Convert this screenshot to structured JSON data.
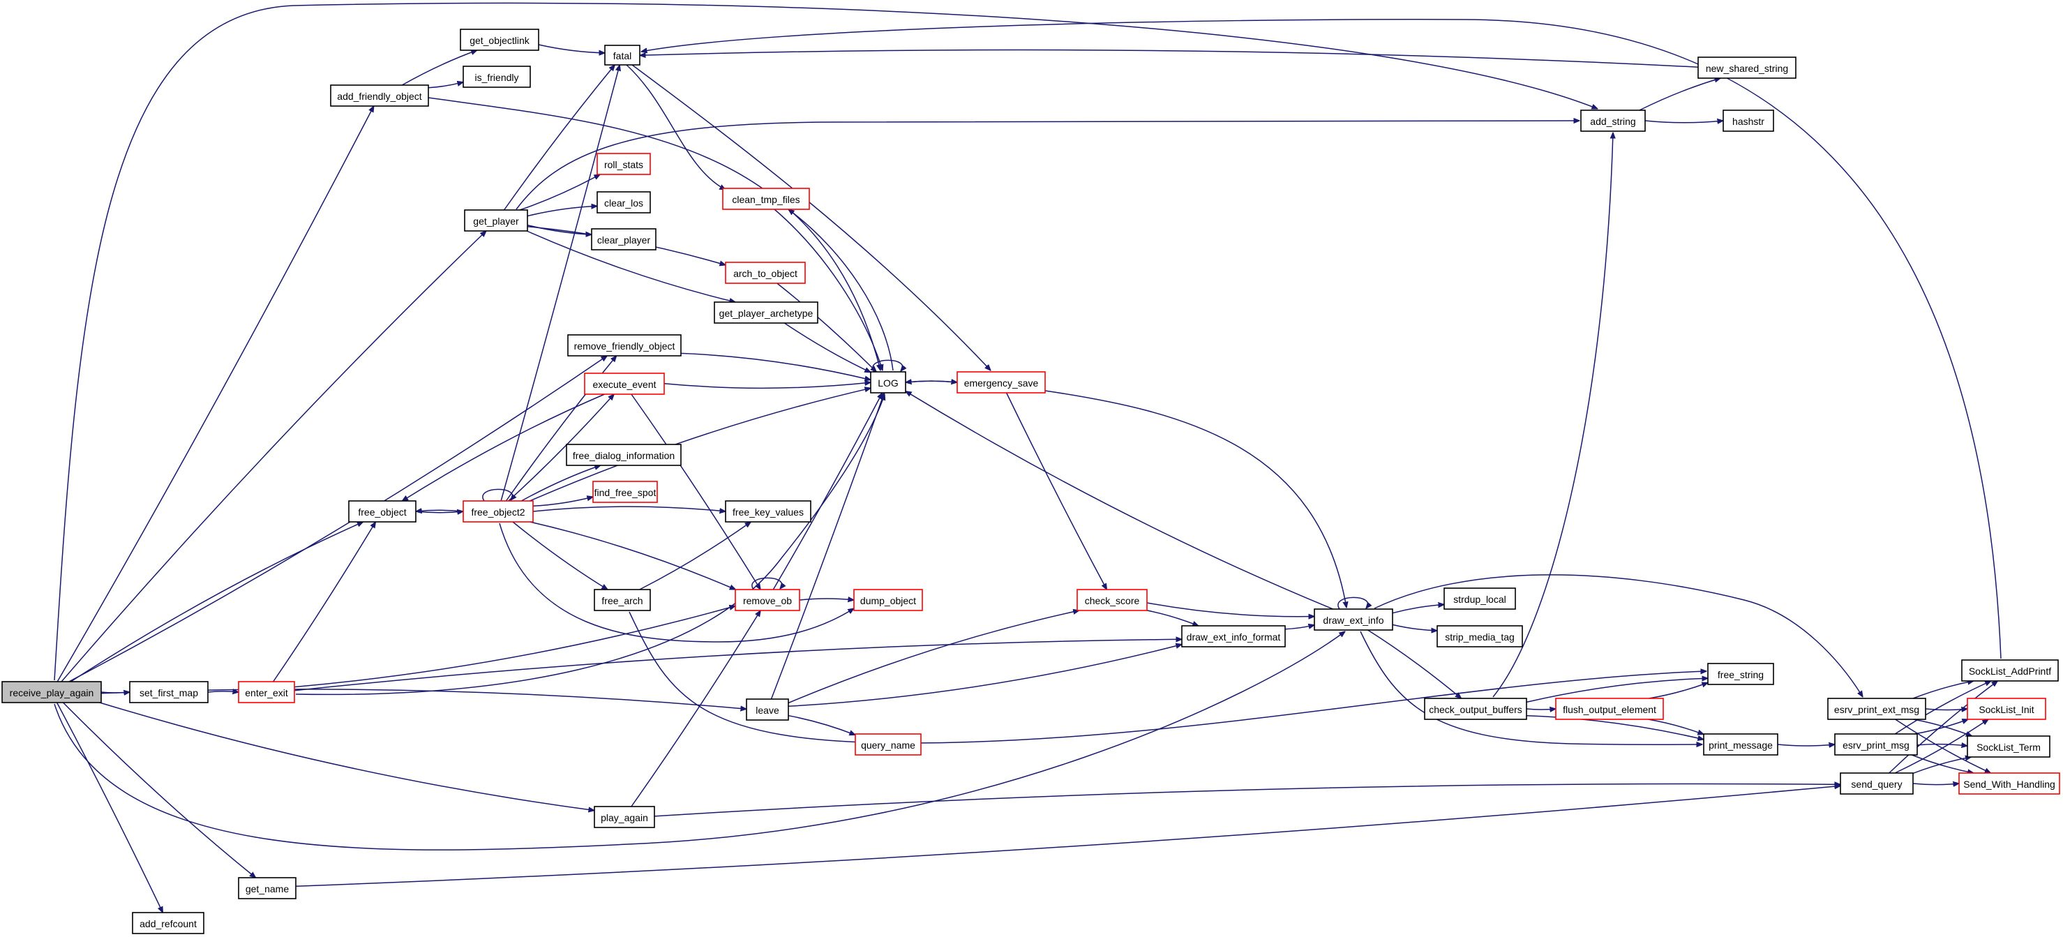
{
  "graph": {
    "nodes": [
      {
        "id": "receive_play_again",
        "label": "receive_play_again",
        "style": "root"
      },
      {
        "id": "add_friendly_object",
        "label": "add_friendly_object",
        "style": "normal"
      },
      {
        "id": "get_objectlink",
        "label": "get_objectlink",
        "style": "normal"
      },
      {
        "id": "is_friendly",
        "label": "is_friendly",
        "style": "normal"
      },
      {
        "id": "fatal",
        "label": "fatal",
        "style": "normal"
      },
      {
        "id": "get_player",
        "label": "get_player",
        "style": "normal"
      },
      {
        "id": "roll_stats",
        "label": "roll_stats",
        "style": "red"
      },
      {
        "id": "clear_los",
        "label": "clear_los",
        "style": "normal"
      },
      {
        "id": "clear_player",
        "label": "clear_player",
        "style": "normal"
      },
      {
        "id": "clean_tmp_files",
        "label": "clean_tmp_files",
        "style": "red"
      },
      {
        "id": "arch_to_object",
        "label": "arch_to_object",
        "style": "red"
      },
      {
        "id": "get_player_archetype",
        "label": "get_player_archetype",
        "style": "normal"
      },
      {
        "id": "remove_friendly_object",
        "label": "remove_friendly_object",
        "style": "normal"
      },
      {
        "id": "execute_event",
        "label": "execute_event",
        "style": "red"
      },
      {
        "id": "LOG",
        "label": "LOG",
        "style": "normal"
      },
      {
        "id": "emergency_save",
        "label": "emergency_save",
        "style": "red"
      },
      {
        "id": "free_dialog_information",
        "label": "free_dialog_information",
        "style": "normal"
      },
      {
        "id": "find_free_spot",
        "label": "find_free_spot",
        "style": "red"
      },
      {
        "id": "free_object",
        "label": "free_object",
        "style": "normal"
      },
      {
        "id": "free_object2",
        "label": "free_object2",
        "style": "red"
      },
      {
        "id": "free_key_values",
        "label": "free_key_values",
        "style": "normal"
      },
      {
        "id": "free_arch",
        "label": "free_arch",
        "style": "normal"
      },
      {
        "id": "remove_ob",
        "label": "remove_ob",
        "style": "red"
      },
      {
        "id": "dump_object",
        "label": "dump_object",
        "style": "red"
      },
      {
        "id": "check_score",
        "label": "check_score",
        "style": "red"
      },
      {
        "id": "draw_ext_info",
        "label": "draw_ext_info",
        "style": "normal"
      },
      {
        "id": "draw_ext_info_format",
        "label": "draw_ext_info_format",
        "style": "normal"
      },
      {
        "id": "strdup_local",
        "label": "strdup_local",
        "style": "normal"
      },
      {
        "id": "strip_media_tag",
        "label": "strip_media_tag",
        "style": "normal"
      },
      {
        "id": "set_first_map",
        "label": "set_first_map",
        "style": "normal"
      },
      {
        "id": "enter_exit",
        "label": "enter_exit",
        "style": "red"
      },
      {
        "id": "leave",
        "label": "leave",
        "style": "normal"
      },
      {
        "id": "query_name",
        "label": "query_name",
        "style": "red"
      },
      {
        "id": "play_again",
        "label": "play_again",
        "style": "normal"
      },
      {
        "id": "get_name",
        "label": "get_name",
        "style": "normal"
      },
      {
        "id": "add_refcount",
        "label": "add_refcount",
        "style": "normal"
      },
      {
        "id": "add_string",
        "label": "add_string",
        "style": "normal"
      },
      {
        "id": "new_shared_string",
        "label": "new_shared_string",
        "style": "normal"
      },
      {
        "id": "hashstr",
        "label": "hashstr",
        "style": "normal"
      },
      {
        "id": "check_output_buffers",
        "label": "check_output_buffers",
        "style": "normal"
      },
      {
        "id": "flush_output_element",
        "label": "flush_output_element",
        "style": "red"
      },
      {
        "id": "free_string",
        "label": "free_string",
        "style": "normal"
      },
      {
        "id": "print_message",
        "label": "print_message",
        "style": "normal"
      },
      {
        "id": "esrv_print_ext_msg",
        "label": "esrv_print_ext_msg",
        "style": "normal"
      },
      {
        "id": "esrv_print_msg",
        "label": "esrv_print_msg",
        "style": "normal"
      },
      {
        "id": "send_query",
        "label": "send_query",
        "style": "normal"
      },
      {
        "id": "SockList_AddPrintf",
        "label": "SockList_AddPrintf",
        "style": "normal"
      },
      {
        "id": "SockList_Init",
        "label": "SockList_Init",
        "style": "red"
      },
      {
        "id": "SockList_Term",
        "label": "SockList_Term",
        "style": "normal"
      },
      {
        "id": "Send_With_Handling",
        "label": "Send_With_Handling",
        "style": "red"
      }
    ],
    "edges": [
      [
        "receive_play_again",
        "add_friendly_object"
      ],
      [
        "receive_play_again",
        "get_player"
      ],
      [
        "receive_play_again",
        "remove_friendly_object"
      ],
      [
        "receive_play_again",
        "free_object"
      ],
      [
        "receive_play_again",
        "set_first_map"
      ],
      [
        "receive_play_again",
        "leave"
      ],
      [
        "receive_play_again",
        "play_again"
      ],
      [
        "receive_play_again",
        "draw_ext_info"
      ],
      [
        "receive_play_again",
        "get_name"
      ],
      [
        "receive_play_again",
        "add_refcount"
      ],
      [
        "receive_play_again",
        "add_string"
      ],
      [
        "add_friendly_object",
        "get_objectlink"
      ],
      [
        "add_friendly_object",
        "is_friendly"
      ],
      [
        "add_friendly_object",
        "LOG"
      ],
      [
        "get_objectlink",
        "fatal"
      ],
      [
        "fatal",
        "clean_tmp_files"
      ],
      [
        "fatal",
        "emergency_save"
      ],
      [
        "get_player",
        "fatal"
      ],
      [
        "get_player",
        "roll_stats"
      ],
      [
        "get_player",
        "clear_los"
      ],
      [
        "get_player",
        "clear_player"
      ],
      [
        "get_player",
        "arch_to_object"
      ],
      [
        "get_player",
        "get_player_archetype"
      ],
      [
        "get_player",
        "add_string"
      ],
      [
        "clean_tmp_files",
        "LOG"
      ],
      [
        "arch_to_object",
        "LOG"
      ],
      [
        "get_player_archetype",
        "LOG"
      ],
      [
        "remove_friendly_object",
        "LOG"
      ],
      [
        "execute_event",
        "LOG"
      ],
      [
        "execute_event",
        "remove_ob"
      ],
      [
        "LOG",
        "clean_tmp_files"
      ],
      [
        "LOG",
        "emergency_save"
      ],
      [
        "LOG",
        "LOG"
      ],
      [
        "emergency_save",
        "LOG"
      ],
      [
        "emergency_save",
        "check_score"
      ],
      [
        "emergency_save",
        "draw_ext_info"
      ],
      [
        "free_object",
        "free_object2"
      ],
      [
        "free_object2",
        "free_object"
      ],
      [
        "free_object2",
        "free_object2"
      ],
      [
        "free_object2",
        "remove_friendly_object"
      ],
      [
        "free_object2",
        "execute_event"
      ],
      [
        "free_object2",
        "free_dialog_information"
      ],
      [
        "free_object2",
        "find_free_spot"
      ],
      [
        "free_object2",
        "free_key_values"
      ],
      [
        "free_object2",
        "free_arch"
      ],
      [
        "free_object2",
        "remove_ob"
      ],
      [
        "free_object2",
        "dump_object"
      ],
      [
        "free_object2",
        "LOG"
      ],
      [
        "free_object2",
        "fatal"
      ],
      [
        "execute_event",
        "free_object"
      ],
      [
        "free_arch",
        "free_key_values"
      ],
      [
        "free_arch",
        "free_string"
      ],
      [
        "remove_ob",
        "remove_ob"
      ],
      [
        "remove_ob",
        "dump_object"
      ],
      [
        "remove_ob",
        "LOG"
      ],
      [
        "check_score",
        "draw_ext_info_format"
      ],
      [
        "check_score",
        "draw_ext_info"
      ],
      [
        "draw_ext_info",
        "draw_ext_info"
      ],
      [
        "draw_ext_info",
        "LOG"
      ],
      [
        "draw_ext_info",
        "strdup_local"
      ],
      [
        "draw_ext_info",
        "strip_media_tag"
      ],
      [
        "draw_ext_info",
        "check_output_buffers"
      ],
      [
        "draw_ext_info",
        "print_message"
      ],
      [
        "draw_ext_info",
        "esrv_print_ext_msg"
      ],
      [
        "draw_ext_info_format",
        "draw_ext_info"
      ],
      [
        "set_first_map",
        "enter_exit"
      ],
      [
        "enter_exit",
        "free_object"
      ],
      [
        "enter_exit",
        "LOG"
      ],
      [
        "enter_exit",
        "remove_ob"
      ],
      [
        "enter_exit",
        "draw_ext_info_format"
      ],
      [
        "leave",
        "LOG"
      ],
      [
        "leave",
        "check_score"
      ],
      [
        "leave",
        "draw_ext_info_format"
      ],
      [
        "leave",
        "query_name"
      ],
      [
        "play_again",
        "remove_ob"
      ],
      [
        "play_again",
        "send_query"
      ],
      [
        "get_name",
        "send_query"
      ],
      [
        "add_string",
        "new_shared_string"
      ],
      [
        "add_string",
        "hashstr"
      ],
      [
        "new_shared_string",
        "fatal"
      ],
      [
        "check_output_buffers",
        "add_string"
      ],
      [
        "check_output_buffers",
        "free_string"
      ],
      [
        "check_output_buffers",
        "flush_output_element"
      ],
      [
        "check_output_buffers",
        "print_message"
      ],
      [
        "flush_output_element",
        "free_string"
      ],
      [
        "flush_output_element",
        "print_message"
      ],
      [
        "print_message",
        "esrv_print_msg"
      ],
      [
        "esrv_print_ext_msg",
        "SockList_AddPrintf"
      ],
      [
        "esrv_print_ext_msg",
        "SockList_Init"
      ],
      [
        "esrv_print_ext_msg",
        "SockList_Term"
      ],
      [
        "esrv_print_ext_msg",
        "Send_With_Handling"
      ],
      [
        "esrv_print_msg",
        "SockList_AddPrintf"
      ],
      [
        "esrv_print_msg",
        "SockList_Init"
      ],
      [
        "esrv_print_msg",
        "SockList_Term"
      ],
      [
        "esrv_print_msg",
        "Send_With_Handling"
      ],
      [
        "send_query",
        "SockList_AddPrintf"
      ],
      [
        "send_query",
        "SockList_Init"
      ],
      [
        "send_query",
        "SockList_Term"
      ],
      [
        "send_query",
        "Send_With_Handling"
      ],
      [
        "SockList_AddPrintf",
        "fatal"
      ]
    ]
  }
}
